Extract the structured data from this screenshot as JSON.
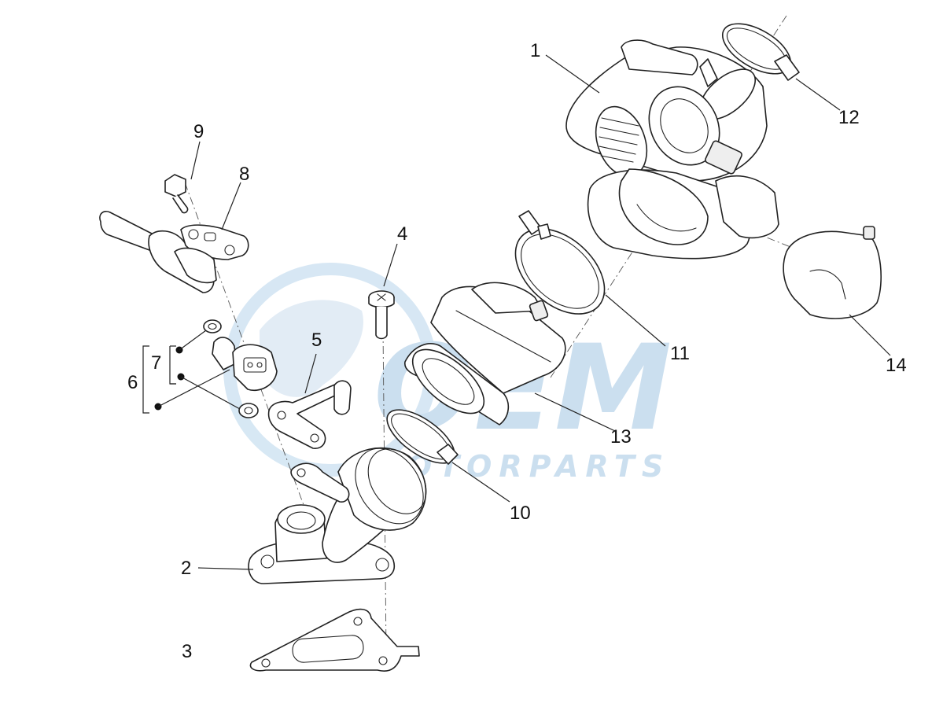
{
  "watermark": {
    "brand": "OEM",
    "sub": "MOTORPARTS",
    "color": "#c6dcee"
  },
  "callouts": [
    {
      "id": "1",
      "label": "1"
    },
    {
      "id": "2",
      "label": "2"
    },
    {
      "id": "3",
      "label": "3"
    },
    {
      "id": "4",
      "label": "4"
    },
    {
      "id": "5",
      "label": "5"
    },
    {
      "id": "6",
      "label": "6"
    },
    {
      "id": "7",
      "label": "7"
    },
    {
      "id": "8",
      "label": "8"
    },
    {
      "id": "9",
      "label": "9"
    },
    {
      "id": "10",
      "label": "10"
    },
    {
      "id": "11",
      "label": "11"
    },
    {
      "id": "12",
      "label": "12"
    },
    {
      "id": "13",
      "label": "13"
    },
    {
      "id": "14",
      "label": "14"
    }
  ]
}
